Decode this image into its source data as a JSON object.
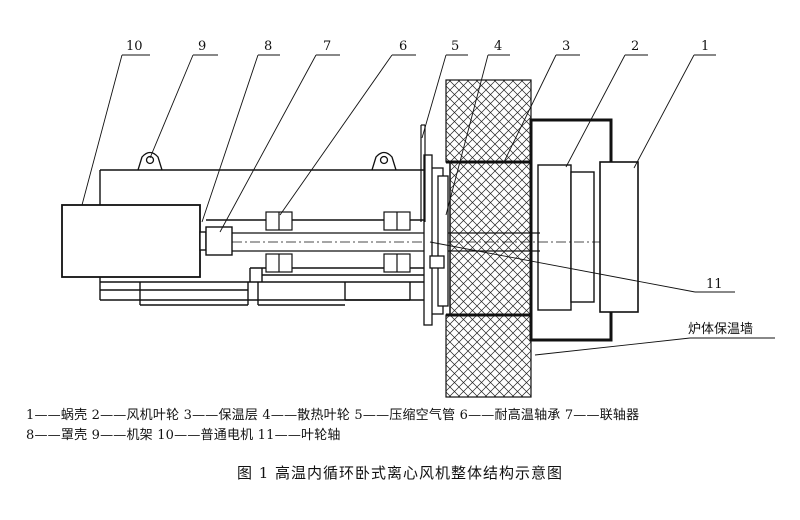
{
  "callouts": {
    "n1": "1",
    "n2": "2",
    "n3": "3",
    "n4": "4",
    "n5": "5",
    "n6": "6",
    "n7": "7",
    "n8": "8",
    "n9": "9",
    "n10": "10",
    "n11": "11",
    "furnace_wall": "炉体保温墙"
  },
  "legend": {
    "line1": "1——蜗壳 2——风机叶轮 3——保温层 4——散热叶轮 5——压缩空气管 6——耐高温轴承 7——联轴器",
    "line2": "8——罩壳 9——机架 10——普通电机 11——叶轮轴"
  },
  "caption": "图 1   高温内循环卧式离心风机整体结构示意图"
}
